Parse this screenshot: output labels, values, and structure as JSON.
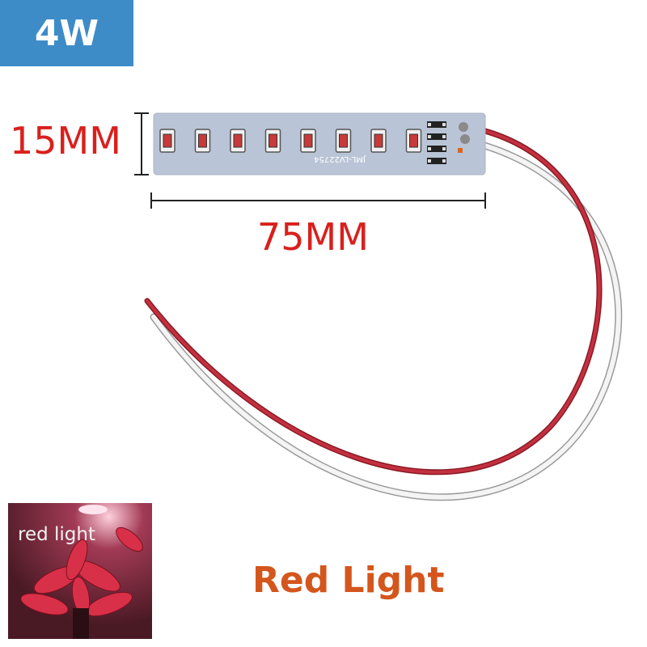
{
  "badge": {
    "label": "4W",
    "color": "#3d8cc8"
  },
  "dimensions": {
    "height": "15MM",
    "width": "75MM"
  },
  "board": {
    "led_count": 8,
    "pcb_print": "JML-LV22754"
  },
  "thumbnail": {
    "label": "red light"
  },
  "caption": "Red Light",
  "colors": {
    "dimension_text": "#d9201c",
    "caption_text": "#d4561c",
    "pcb": "#b9c4d6"
  }
}
